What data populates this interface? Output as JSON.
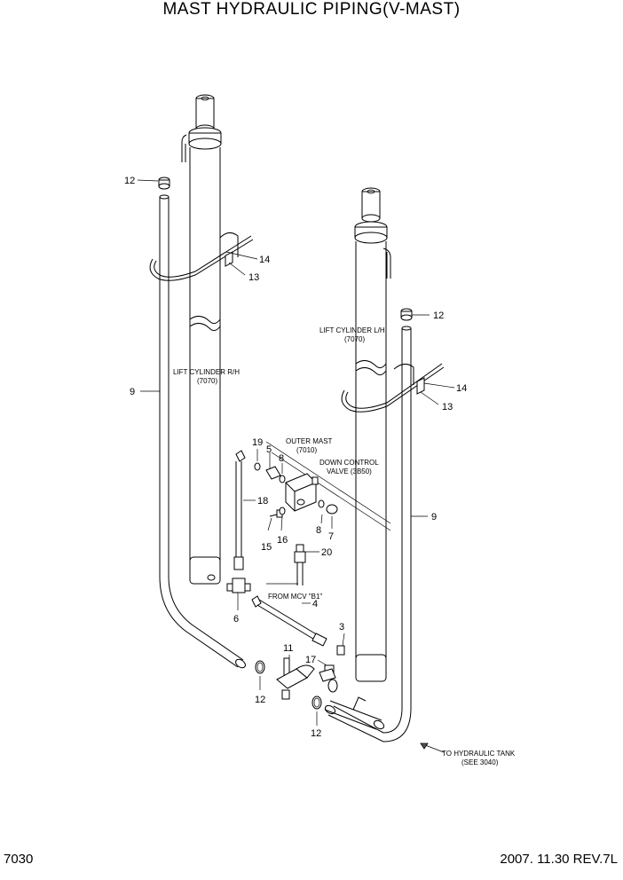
{
  "title": "MAST HYDRAULIC PIPING(V-MAST)",
  "footer": {
    "page_number": "7030",
    "revision": "2007. 11.30  REV.7L"
  },
  "labels": {
    "lift_cylinder_rh": "LIFT CYLINDER R/H",
    "lift_cylinder_rh_ref": "(7070)",
    "lift_cylinder_lh": "LIFT CYLINDER L/H",
    "lift_cylinder_lh_ref": "(7070)",
    "outer_mast": "OUTER MAST",
    "outer_mast_ref": "(7010)",
    "down_control_valve": "DOWN CONTROL",
    "down_control_valve_2": "VALVE (3B50)",
    "from_mcv": "FROM MCV \"B1\"",
    "to_tank": "TO HYDRAULIC TANK",
    "to_tank_ref": "(SEE 3040)"
  },
  "callouts": {
    "c12_top_left": "12",
    "c14_left": "14",
    "c13_left": "13",
    "c9_left": "9",
    "c12_right": "12",
    "c14_right": "14",
    "c13_right": "13",
    "c9_right": "9",
    "c19": "19",
    "c5": "5",
    "c8_top": "8",
    "c18": "18",
    "c15": "15",
    "c16": "16",
    "c8_bottom": "8",
    "c7": "7",
    "c20": "20",
    "c4": "4",
    "c6": "6",
    "c3": "3",
    "c11": "11",
    "c17": "17",
    "c12_bottom_left": "12",
    "c12_bottom_right": "12"
  }
}
